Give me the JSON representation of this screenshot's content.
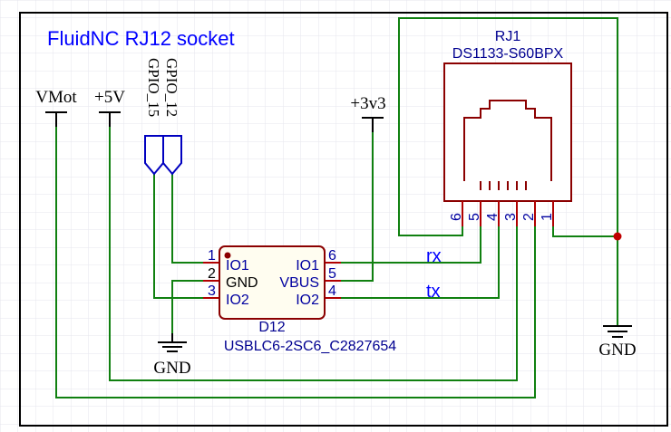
{
  "title": "FluidNC RJ12 socket",
  "power": {
    "vmot": "VMot",
    "v5": "+5V",
    "v3v3": "+3v3",
    "gnd_left": "GND",
    "gnd_right": "GND"
  },
  "flags": {
    "gpio12": "GPIO_12",
    "gpio15": "GPIO_15"
  },
  "nets": {
    "rx": "rx",
    "tx": "tx"
  },
  "d12": {
    "ref": "D12",
    "value": "USBLC6-2SC6_C2827654",
    "left_pins": [
      {
        "num": "1",
        "name": "IO1"
      },
      {
        "num": "2",
        "name": "GND"
      },
      {
        "num": "3",
        "name": "IO2"
      }
    ],
    "right_pins": [
      {
        "num": "6",
        "name": "IO1"
      },
      {
        "num": "5",
        "name": "VBUS"
      },
      {
        "num": "4",
        "name": "IO2"
      }
    ]
  },
  "rj1": {
    "ref": "RJ1",
    "value": "DS1133-S60BPX",
    "pins": [
      "6",
      "5",
      "4",
      "3",
      "2",
      "1"
    ]
  },
  "colors": {
    "wire": "#108010",
    "component": "#8b0000",
    "label_blue": "#0000ff",
    "junction": "#c00000"
  }
}
